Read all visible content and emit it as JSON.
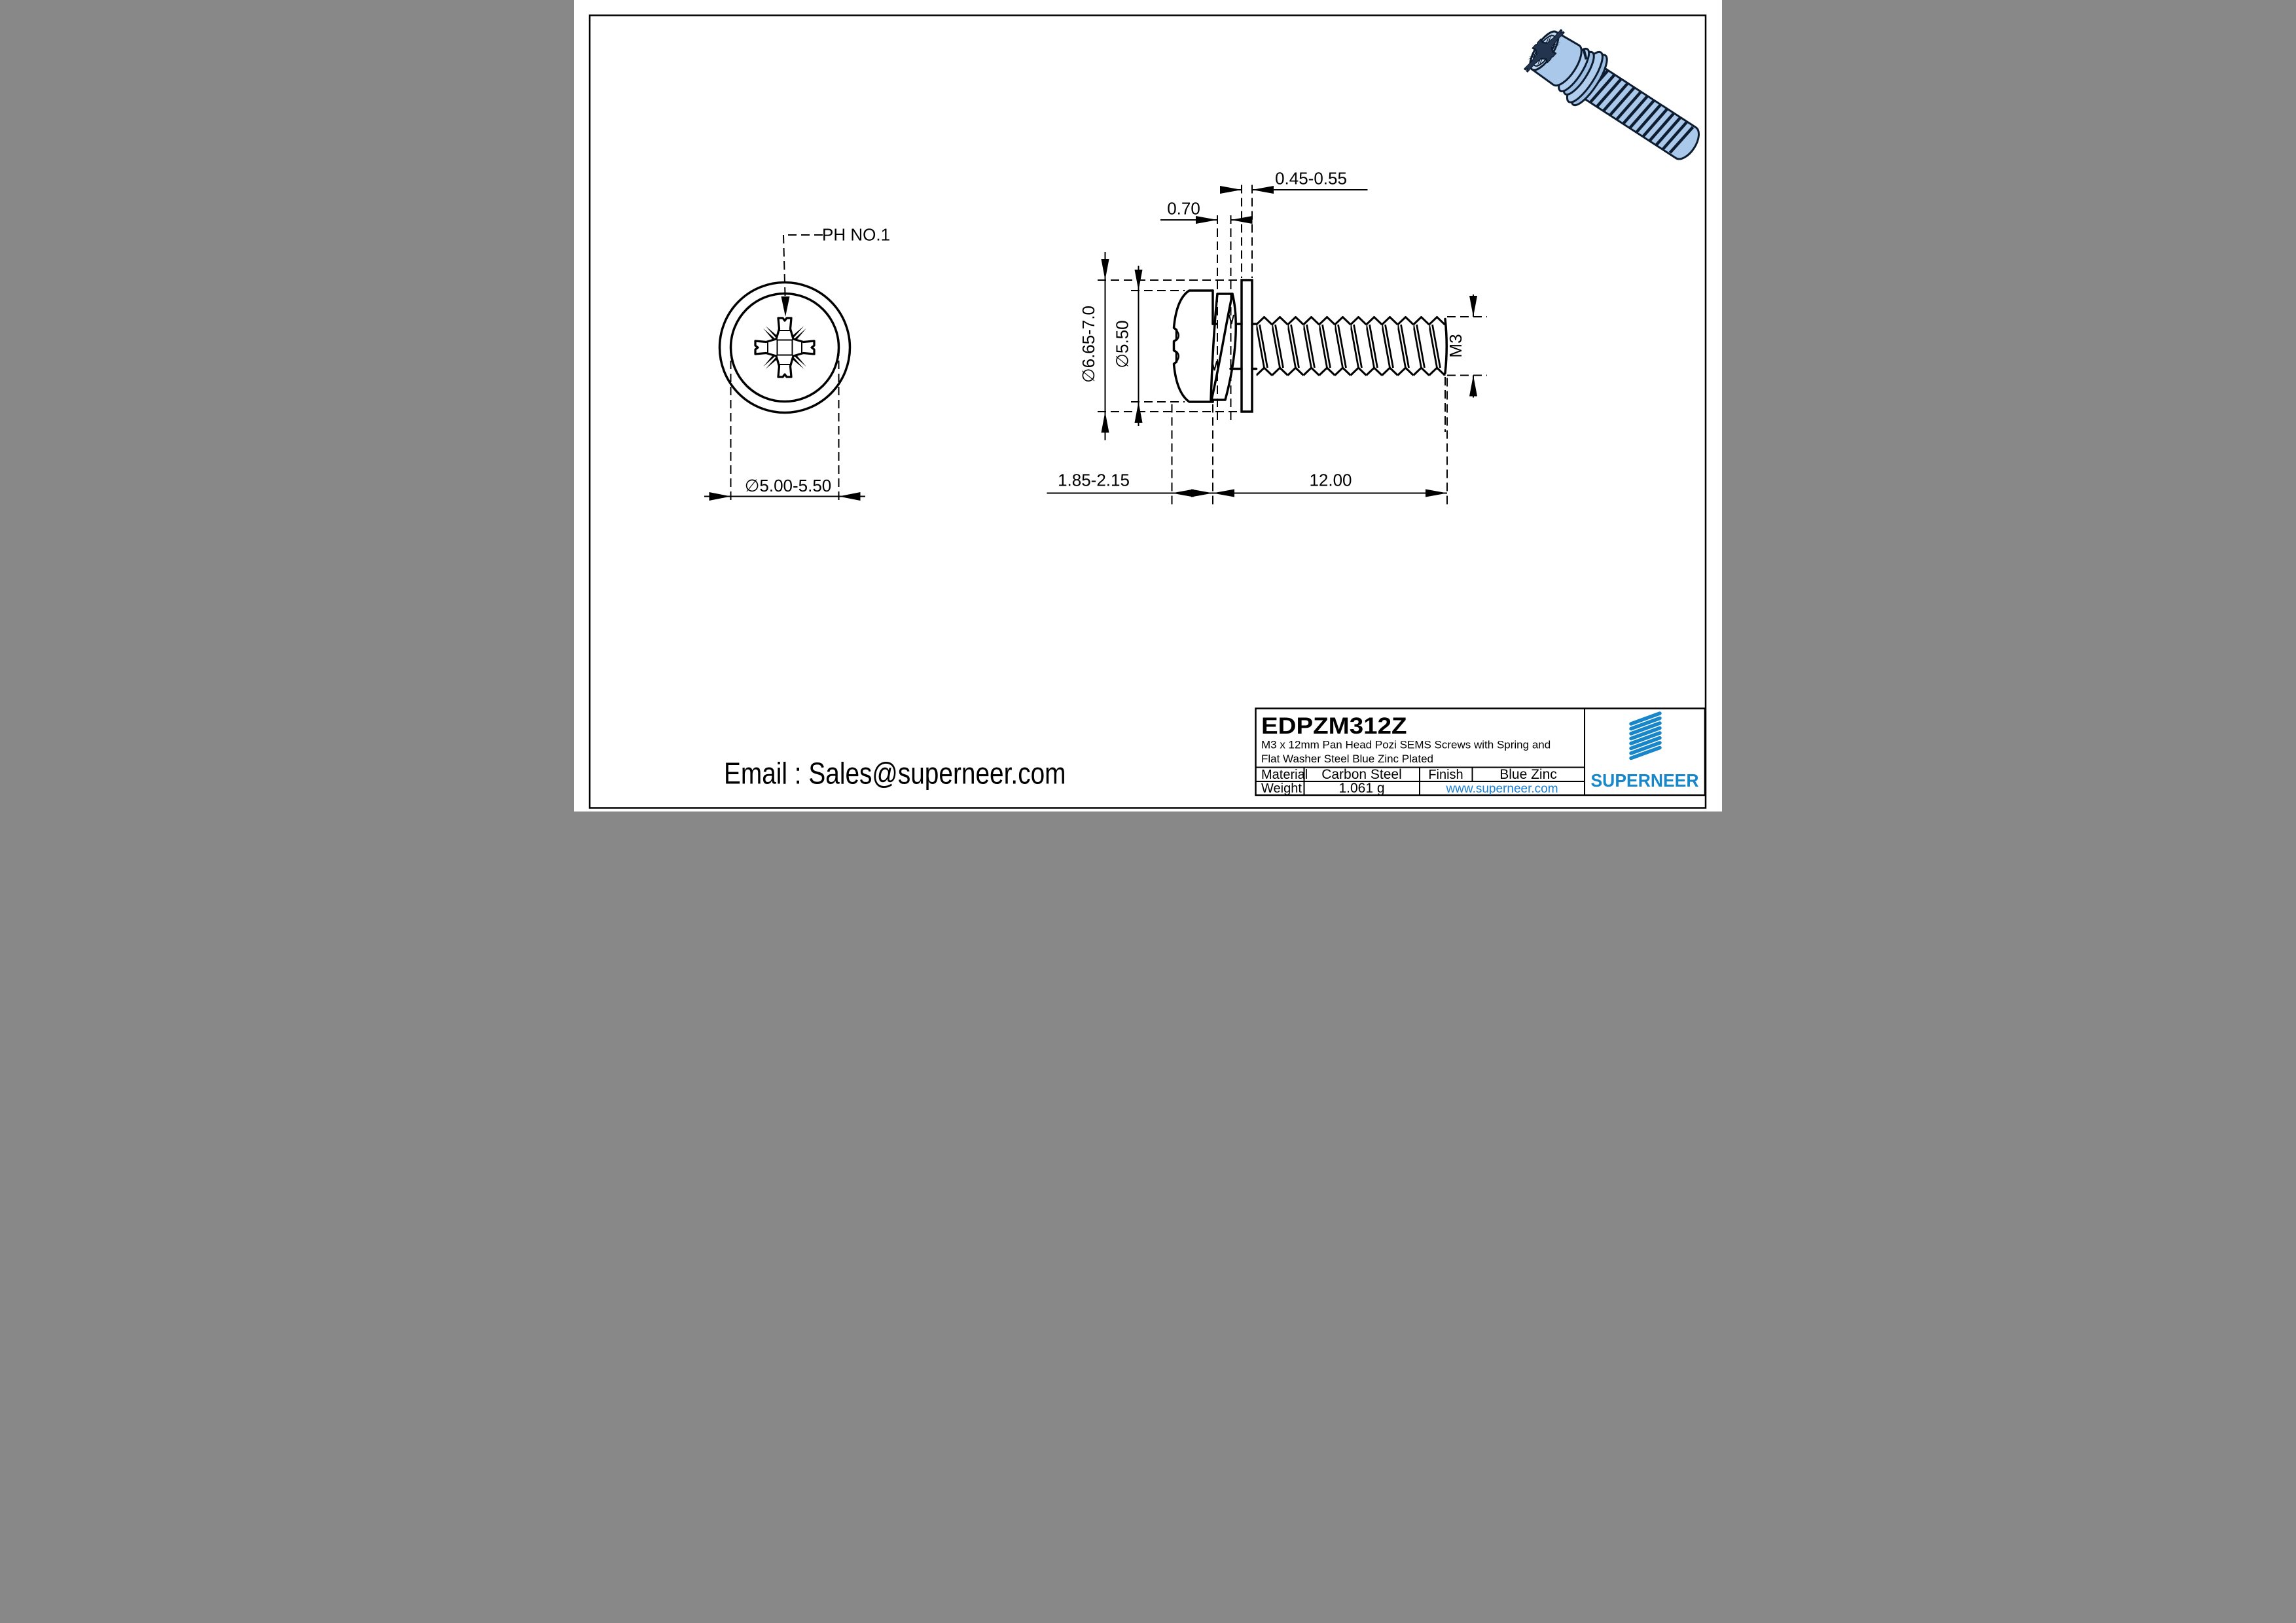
{
  "views": {
    "front": {
      "drive_label": "PH NO.1",
      "head_diameter": "∅5.00-5.50"
    },
    "side": {
      "flat_washer_thickness": "0.45-0.55",
      "spring_washer_thickness": "0.70",
      "washer_od": "∅6.65-7.0",
      "head_od": "∅5.50",
      "head_height": "1.85-2.15",
      "thread_length": "12.00",
      "thread_size": "M3"
    }
  },
  "contact": {
    "email": "Email : Sales@superneer.com"
  },
  "title_block": {
    "part_number": "EDPZM312Z",
    "description_line1": "M3 x 12mm Pan Head Pozi SEMS Screws with Spring and",
    "description_line2": "Flat  Washer Steel Blue Zinc Plated",
    "material_label": "Material",
    "material_value": "Carbon Steel",
    "finish_label": "Finish",
    "finish_value": "Blue Zinc",
    "weight_label": "Weight",
    "weight_value": "1.061 g",
    "website": "www.superneer.com",
    "brand": "SUPERNEER",
    "brand_color": "#1787c9",
    "link_color": "#1a7fd2"
  }
}
